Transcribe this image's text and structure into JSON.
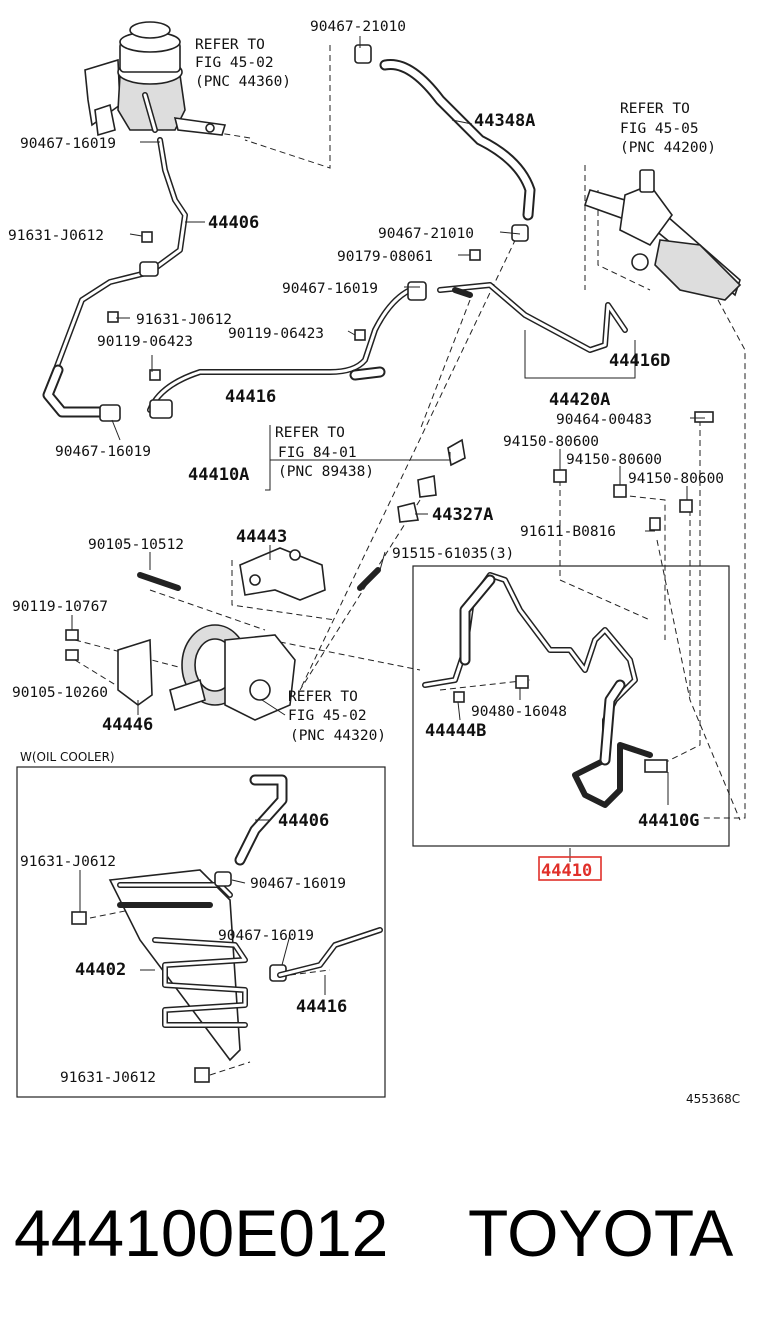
{
  "diagram": {
    "ref_fig_45_02_top": {
      "line1": "REFER TO",
      "line2": "FIG 45-02",
      "line3": "(PNC 44360)"
    },
    "ref_fig_45_05": {
      "line1": "REFER TO",
      "line2": "FIG 45-05",
      "line3": "(PNC 44200)"
    },
    "ref_fig_84_01": {
      "line1": "REFER TO",
      "line2": "FIG 84-01",
      "line3": "(PNC 89438)"
    },
    "ref_fig_45_02_pump": {
      "line1": "REFER TO",
      "line2": "FIG 45-02",
      "line3": "(PNC 44320)"
    },
    "parts": {
      "p90467_21010_top": "90467-21010",
      "p44348A": "44348A",
      "p90467_16019_a": "90467-16019",
      "p44406": "44406",
      "p91631_J0612_a": "91631-J0612",
      "p90467_21010_b": "90467-21010",
      "p90179_08061": "90179-08061",
      "p90467_16019_b": "90467-16019",
      "p91631_J0612_b": "91631-J0612",
      "p90119_06423_a": "90119-06423",
      "p90119_06423_b": "90119-06423",
      "p44416D": "44416D",
      "p44420A": "44420A",
      "p44416": "44416",
      "p90464_00483": "90464-00483",
      "p90467_16019_c": "90467-16019",
      "p94150_80600_a": "94150-80600",
      "p94150_80600_b": "94150-80600",
      "p94150_80600_c": "94150-80600",
      "p44410A": "44410A",
      "p44327A": "44327A",
      "p91611_B0816": "91611-B0816",
      "p90105_10512": "90105-10512",
      "p44443": "44443",
      "p91515_61035": "91515-61035(3)",
      "p90119_10767": "90119-10767",
      "p90105_10260": "90105-10260",
      "p44446": "44446",
      "p44444B": "44444B",
      "p90480_16048": "90480-16048",
      "p44410G": "44410G",
      "p44410": "44410"
    },
    "oil_cooler": {
      "title": "W(OIL COOLER)",
      "p44406": "44406",
      "p91631_J0612_a": "91631-J0612",
      "p90467_16019_a": "90467-16019",
      "p90467_16019_b": "90467-16019",
      "p44402": "44402",
      "p44416": "44416",
      "p91631_J0612_b": "91631-J0612"
    },
    "code": "455368C",
    "highlight_color": "#e0302a"
  },
  "footer": {
    "part_number": "444100E012",
    "brand": "TOYOTA"
  }
}
